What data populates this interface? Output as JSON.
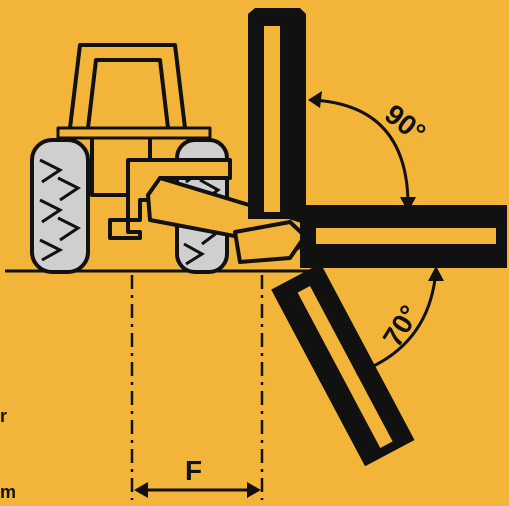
{
  "diagram": {
    "angle_upper": "90°",
    "angle_lower": "70°",
    "offset_label": "F",
    "edge_fragment_top": "r",
    "edge_fragment_bottom": "m"
  },
  "colors": {
    "background": "#f2b53a",
    "ink": "#111111",
    "tire": "#cfcfcf"
  }
}
